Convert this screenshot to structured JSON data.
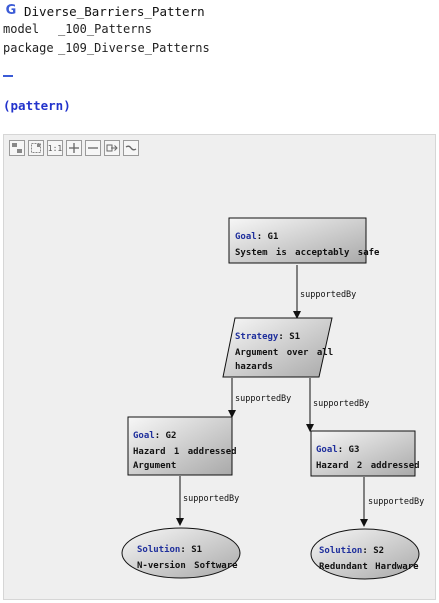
{
  "header": {
    "icon": "G",
    "title": "Diverse_Barriers_Pattern",
    "model_key": "model",
    "model_value": "_100_Patterns",
    "package_key": "package",
    "package_value": "_109_Diverse_Patterns",
    "annotation": "(pattern)"
  },
  "toolbar": {
    "buttons": [
      "layout-icon",
      "fit-icon",
      "actual-size-icon",
      "zoom-in-icon",
      "zoom-out-icon",
      "export-icon",
      "curve-icon"
    ],
    "actual_size_label": "1:1"
  },
  "diagram": {
    "nodes": [
      {
        "id": "G1",
        "type": "Goal",
        "lines": [
          "System is acceptably safe"
        ]
      },
      {
        "id": "S1",
        "type": "Strategy",
        "lines": [
          "Argument over all",
          "hazards"
        ]
      },
      {
        "id": "G2",
        "type": "Goal",
        "lines": [
          "Hazard 1 addressed",
          "Argument"
        ]
      },
      {
        "id": "G3",
        "type": "Goal",
        "lines": [
          "Hazard 2 addressed"
        ]
      },
      {
        "id": "Sn1",
        "type": "Solution",
        "label": "S1",
        "lines": [
          "N-version Software"
        ]
      },
      {
        "id": "Sn2",
        "type": "Solution",
        "label": "S2",
        "lines": [
          "Redundant Hardware"
        ]
      }
    ],
    "edges": [
      {
        "from": "G1",
        "to": "S1",
        "label": "supportedBy"
      },
      {
        "from": "S1",
        "to": "G2",
        "label": "supportedBy"
      },
      {
        "from": "S1",
        "to": "G3",
        "label": "supportedBy"
      },
      {
        "from": "G2",
        "to": "Sn1",
        "label": "supportedBy"
      },
      {
        "from": "G3",
        "to": "Sn2",
        "label": "supportedBy"
      }
    ]
  }
}
